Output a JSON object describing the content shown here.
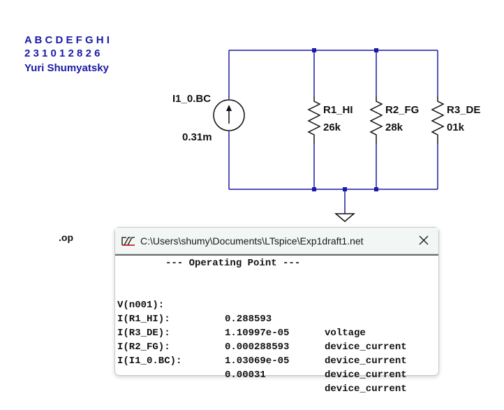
{
  "header": {
    "letters": "A B C D E F G H I",
    "digits": "2 3 1 0 1 2 8 2 6",
    "author": "Yuri Shumyatsky"
  },
  "components": {
    "current_source": {
      "name": "I1_0.BC",
      "value": "0.31m"
    },
    "r1": {
      "name": "R1_HI",
      "value": "26k"
    },
    "r2": {
      "name": "R2_FG",
      "value": "28k"
    },
    "r3": {
      "name": "R3_DE",
      "value": "01k"
    }
  },
  "directive": ".op",
  "op_window": {
    "title": "C:\\Users\\shumy\\Documents\\LTspice\\Exp1draft1.net",
    "heading": "--- Operating Point ---",
    "rows": [
      {
        "name": "V(n001):",
        "value": "0.288593",
        "kind": "voltage"
      },
      {
        "name": "I(R1_HI):",
        "value": "1.10997e-05",
        "kind": "device_current"
      },
      {
        "name": "I(R3_DE):",
        "value": "0.000288593",
        "kind": "device_current"
      },
      {
        "name": "I(R2_FG):",
        "value": "1.03069e-05",
        "kind": "device_current"
      },
      {
        "name": "I(I1_0.BC):",
        "value": "0.00031",
        "kind": "device_current"
      }
    ]
  },
  "colors": {
    "wire": "#1a1aa6",
    "label_blue": "#1a1aa6",
    "component": "#111111"
  }
}
